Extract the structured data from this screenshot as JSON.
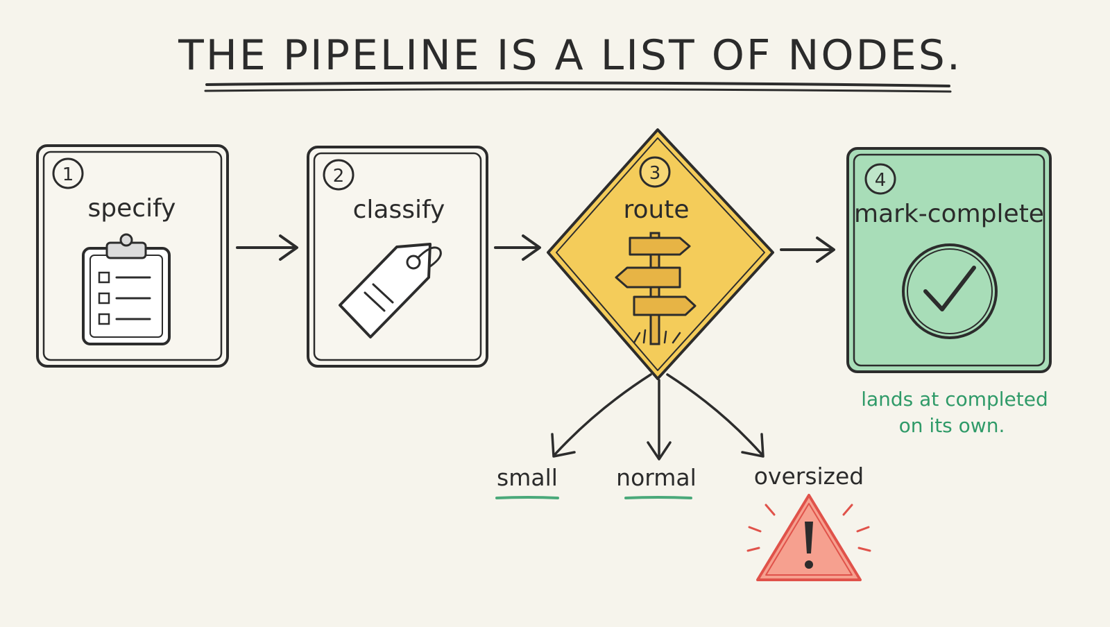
{
  "title": "THE PIPELINE IS A LIST OF NODES.",
  "nodes": [
    {
      "number": "1",
      "label": "specify",
      "icon": "clipboard-checklist-icon"
    },
    {
      "number": "2",
      "label": "classify",
      "icon": "tag-icon"
    },
    {
      "number": "3",
      "label": "route",
      "icon": "signpost-icon"
    },
    {
      "number": "4",
      "label": "mark-complete",
      "icon": "check-circle-icon"
    }
  ],
  "branches": [
    {
      "label": "small"
    },
    {
      "label": "normal"
    },
    {
      "label": "oversized",
      "icon": "warning-triangle-icon"
    }
  ],
  "note": {
    "line1": "lands at completed",
    "line2": "on its own."
  },
  "colors": {
    "background": "#f6f4ec",
    "ink": "#2c2c2c",
    "route_fill": "#f4cc5a",
    "complete_fill": "#a8ddb8",
    "note_text": "#2f9a68",
    "underline_green": "#4aa97a",
    "warning_fill": "#f6a08f",
    "warning_stroke": "#e0524a"
  }
}
